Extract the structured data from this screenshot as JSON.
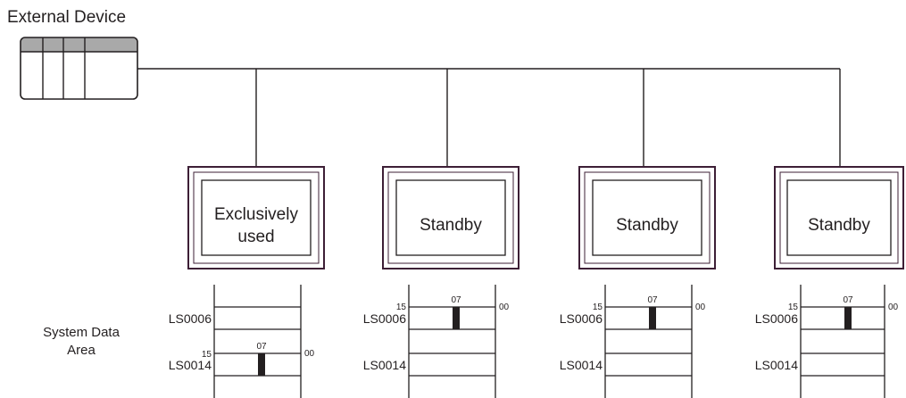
{
  "title": "External Device",
  "side_label": [
    "System Data",
    "Area"
  ],
  "colors": {
    "line": "#231f20",
    "frame": "#3d1f36",
    "plc_header": "#a9a9a9",
    "bit_marker": "#231f20"
  },
  "external_device_icon": "plc-device-icon",
  "terminals": [
    {
      "status_lines": [
        "Exclusively",
        "used"
      ],
      "register_labels": [
        "LS0006",
        "LS0014"
      ],
      "bit_row": "LS0014",
      "bit_label": "07",
      "msb_label": "15",
      "lsb_label": "00"
    },
    {
      "status_lines": [
        "Standby"
      ],
      "register_labels": [
        "LS0006",
        "LS0014"
      ],
      "bit_row": "LS0006",
      "bit_label": "07",
      "msb_label": "15",
      "lsb_label": "00"
    },
    {
      "status_lines": [
        "Standby"
      ],
      "register_labels": [
        "LS0006",
        "LS0014"
      ],
      "bit_row": "LS0006",
      "bit_label": "07",
      "msb_label": "15",
      "lsb_label": "00"
    },
    {
      "status_lines": [
        "Standby"
      ],
      "register_labels": [
        "LS0006",
        "LS0014"
      ],
      "bit_row": "LS0006",
      "bit_label": "07",
      "msb_label": "15",
      "lsb_label": "00"
    }
  ]
}
